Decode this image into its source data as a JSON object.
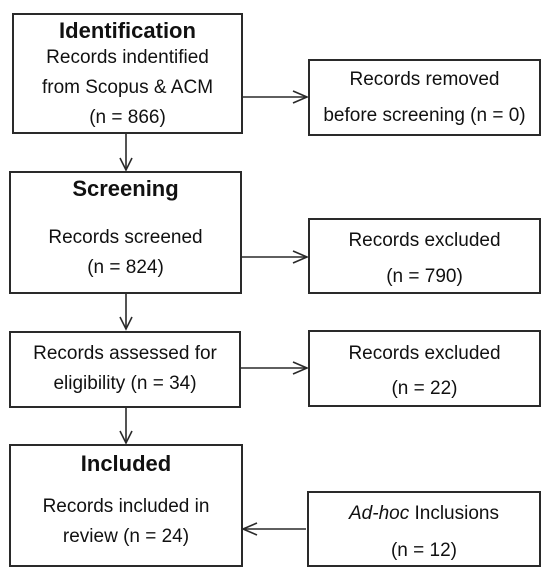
{
  "flow": {
    "identification": {
      "heading": "Identification",
      "line1": "Records indentified",
      "line2": "from Scopus & ACM",
      "line3": "(n = 866)"
    },
    "removed": {
      "line1": "Records removed",
      "line2": "before screening (n = 0)"
    },
    "screening": {
      "heading": "Screening",
      "line1": "Records screened",
      "line2": "(n = 824)"
    },
    "excluded1": {
      "line1": "Records excluded",
      "line2": "(n = 790)"
    },
    "eligibility": {
      "line1": "Records assessed for",
      "line2": "eligibility  (n = 34)"
    },
    "excluded2": {
      "line1": "Records excluded",
      "line2": "(n =  22)"
    },
    "included": {
      "heading": "Included",
      "line1": "Records included in",
      "line2": "review  (n = 24)"
    },
    "adhoc": {
      "italic": "Ad-hoc",
      "rest": " Inclusions",
      "line2": "(n = 12)"
    }
  },
  "colors": {
    "border": "#2a2a2a",
    "arrow": "#2a2a2a",
    "text": "#111111"
  }
}
